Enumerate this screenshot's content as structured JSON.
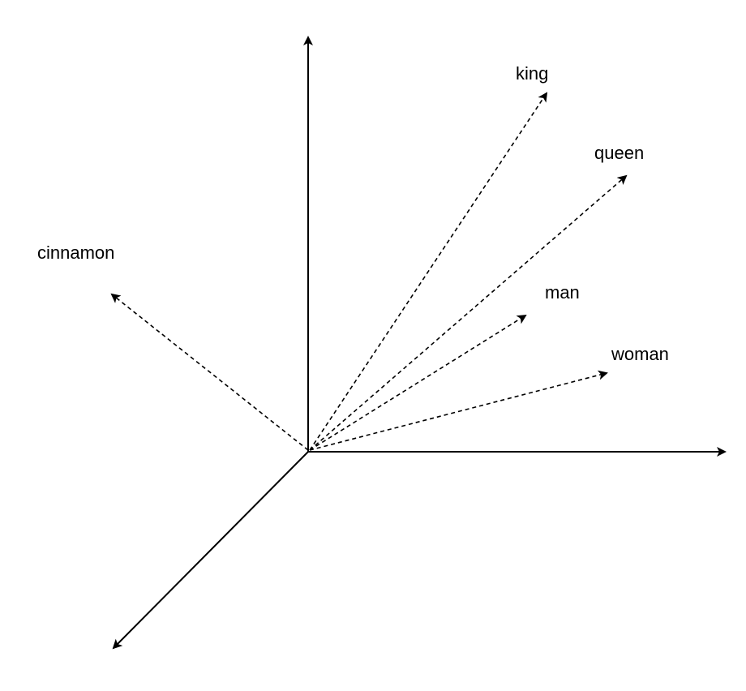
{
  "diagram": {
    "type": "3d-vector-space",
    "colors": {
      "stroke": "#000000",
      "background": "#ffffff"
    },
    "axes": [
      {
        "name": "y-axis",
        "line_style": "solid"
      },
      {
        "name": "x-axis",
        "line_style": "solid"
      },
      {
        "name": "z-axis",
        "line_style": "solid"
      }
    ],
    "vectors": [
      {
        "label": "king",
        "line_style": "dashed"
      },
      {
        "label": "queen",
        "line_style": "dashed"
      },
      {
        "label": "man",
        "line_style": "dashed"
      },
      {
        "label": "woman",
        "line_style": "dashed"
      },
      {
        "label": "cinnamon",
        "line_style": "dashed"
      }
    ]
  }
}
